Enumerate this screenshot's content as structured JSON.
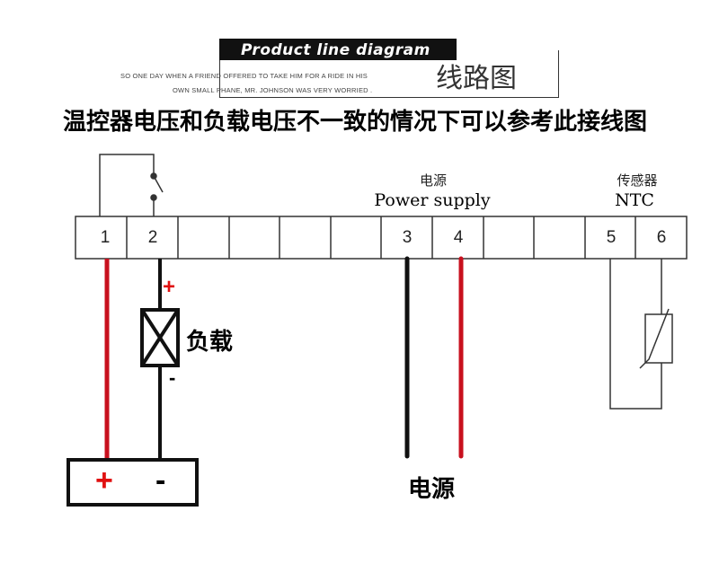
{
  "header": {
    "title": "Product line diagram",
    "tagline_line1": "SO ONE DAY WHEN A FRIEND OFFERED TO TAKE HIM FOR A RIDE IN HIS",
    "tagline_line2": "OWN SMALL PHANE, MR. JOHNSON WAS VERY WORRIED .",
    "subtitle": "线路图"
  },
  "heading": "温控器电压和负载电压不一致的情况下可以参考此接线图",
  "terminal_block": {
    "terminals": [
      "1",
      "2",
      "",
      "",
      "",
      "",
      "3",
      "4",
      "",
      "",
      "5",
      "6"
    ]
  },
  "labels": {
    "power_cn": "电源",
    "power_en": "Power supply",
    "sensor_cn": "传感器",
    "sensor_en": "NTC",
    "load": "负载",
    "load_plus": "+",
    "load_minus": "-",
    "source_plus": "+",
    "source_minus": "-",
    "power_bottom": "电源"
  },
  "colors": {
    "red_wire": "#c8101e",
    "black_wire": "#111111"
  }
}
